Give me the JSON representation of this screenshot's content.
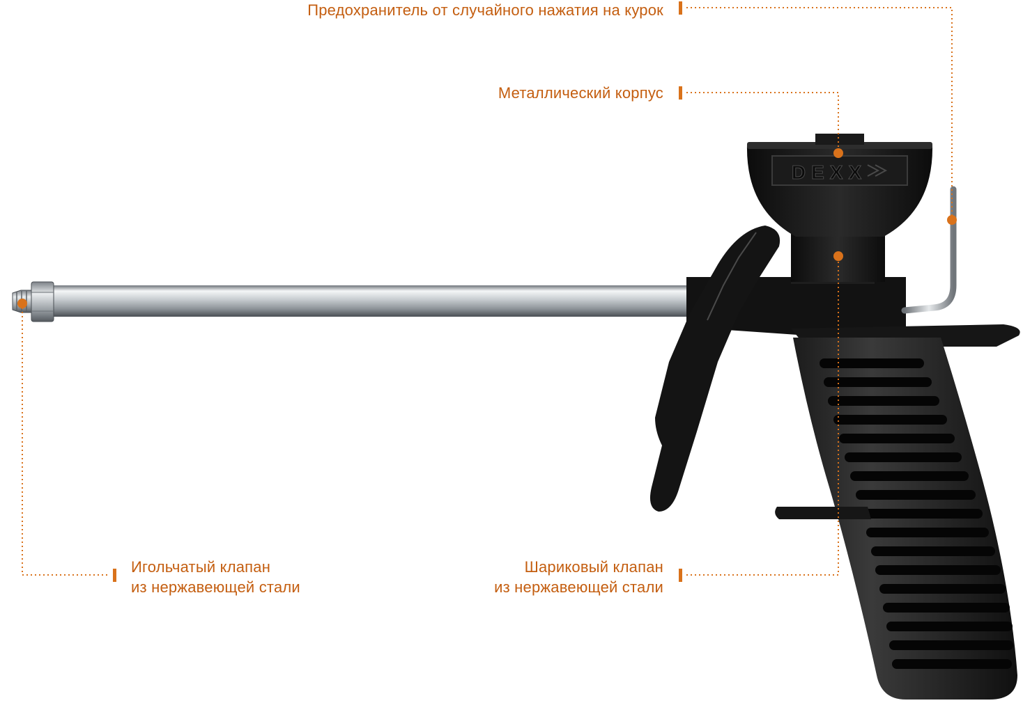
{
  "image": {
    "subject": "mounting foam gun",
    "brand_logo": "DEXX"
  },
  "colors": {
    "accent": "#d9721b",
    "label_text": "#c45e10",
    "body_black": "#141414",
    "metal": "#b9bec3"
  },
  "callouts": {
    "trigger_safety": {
      "text": "Предохранитель от случайного нажатия на курок"
    },
    "metal_body": {
      "text": "Металлический корпус"
    },
    "needle_valve": {
      "line1": "Игольчатый клапан",
      "line2": "из нержавеющей стали"
    },
    "ball_valve": {
      "line1": "Шариковый клапан",
      "line2": "из нержавеющей стали"
    }
  }
}
